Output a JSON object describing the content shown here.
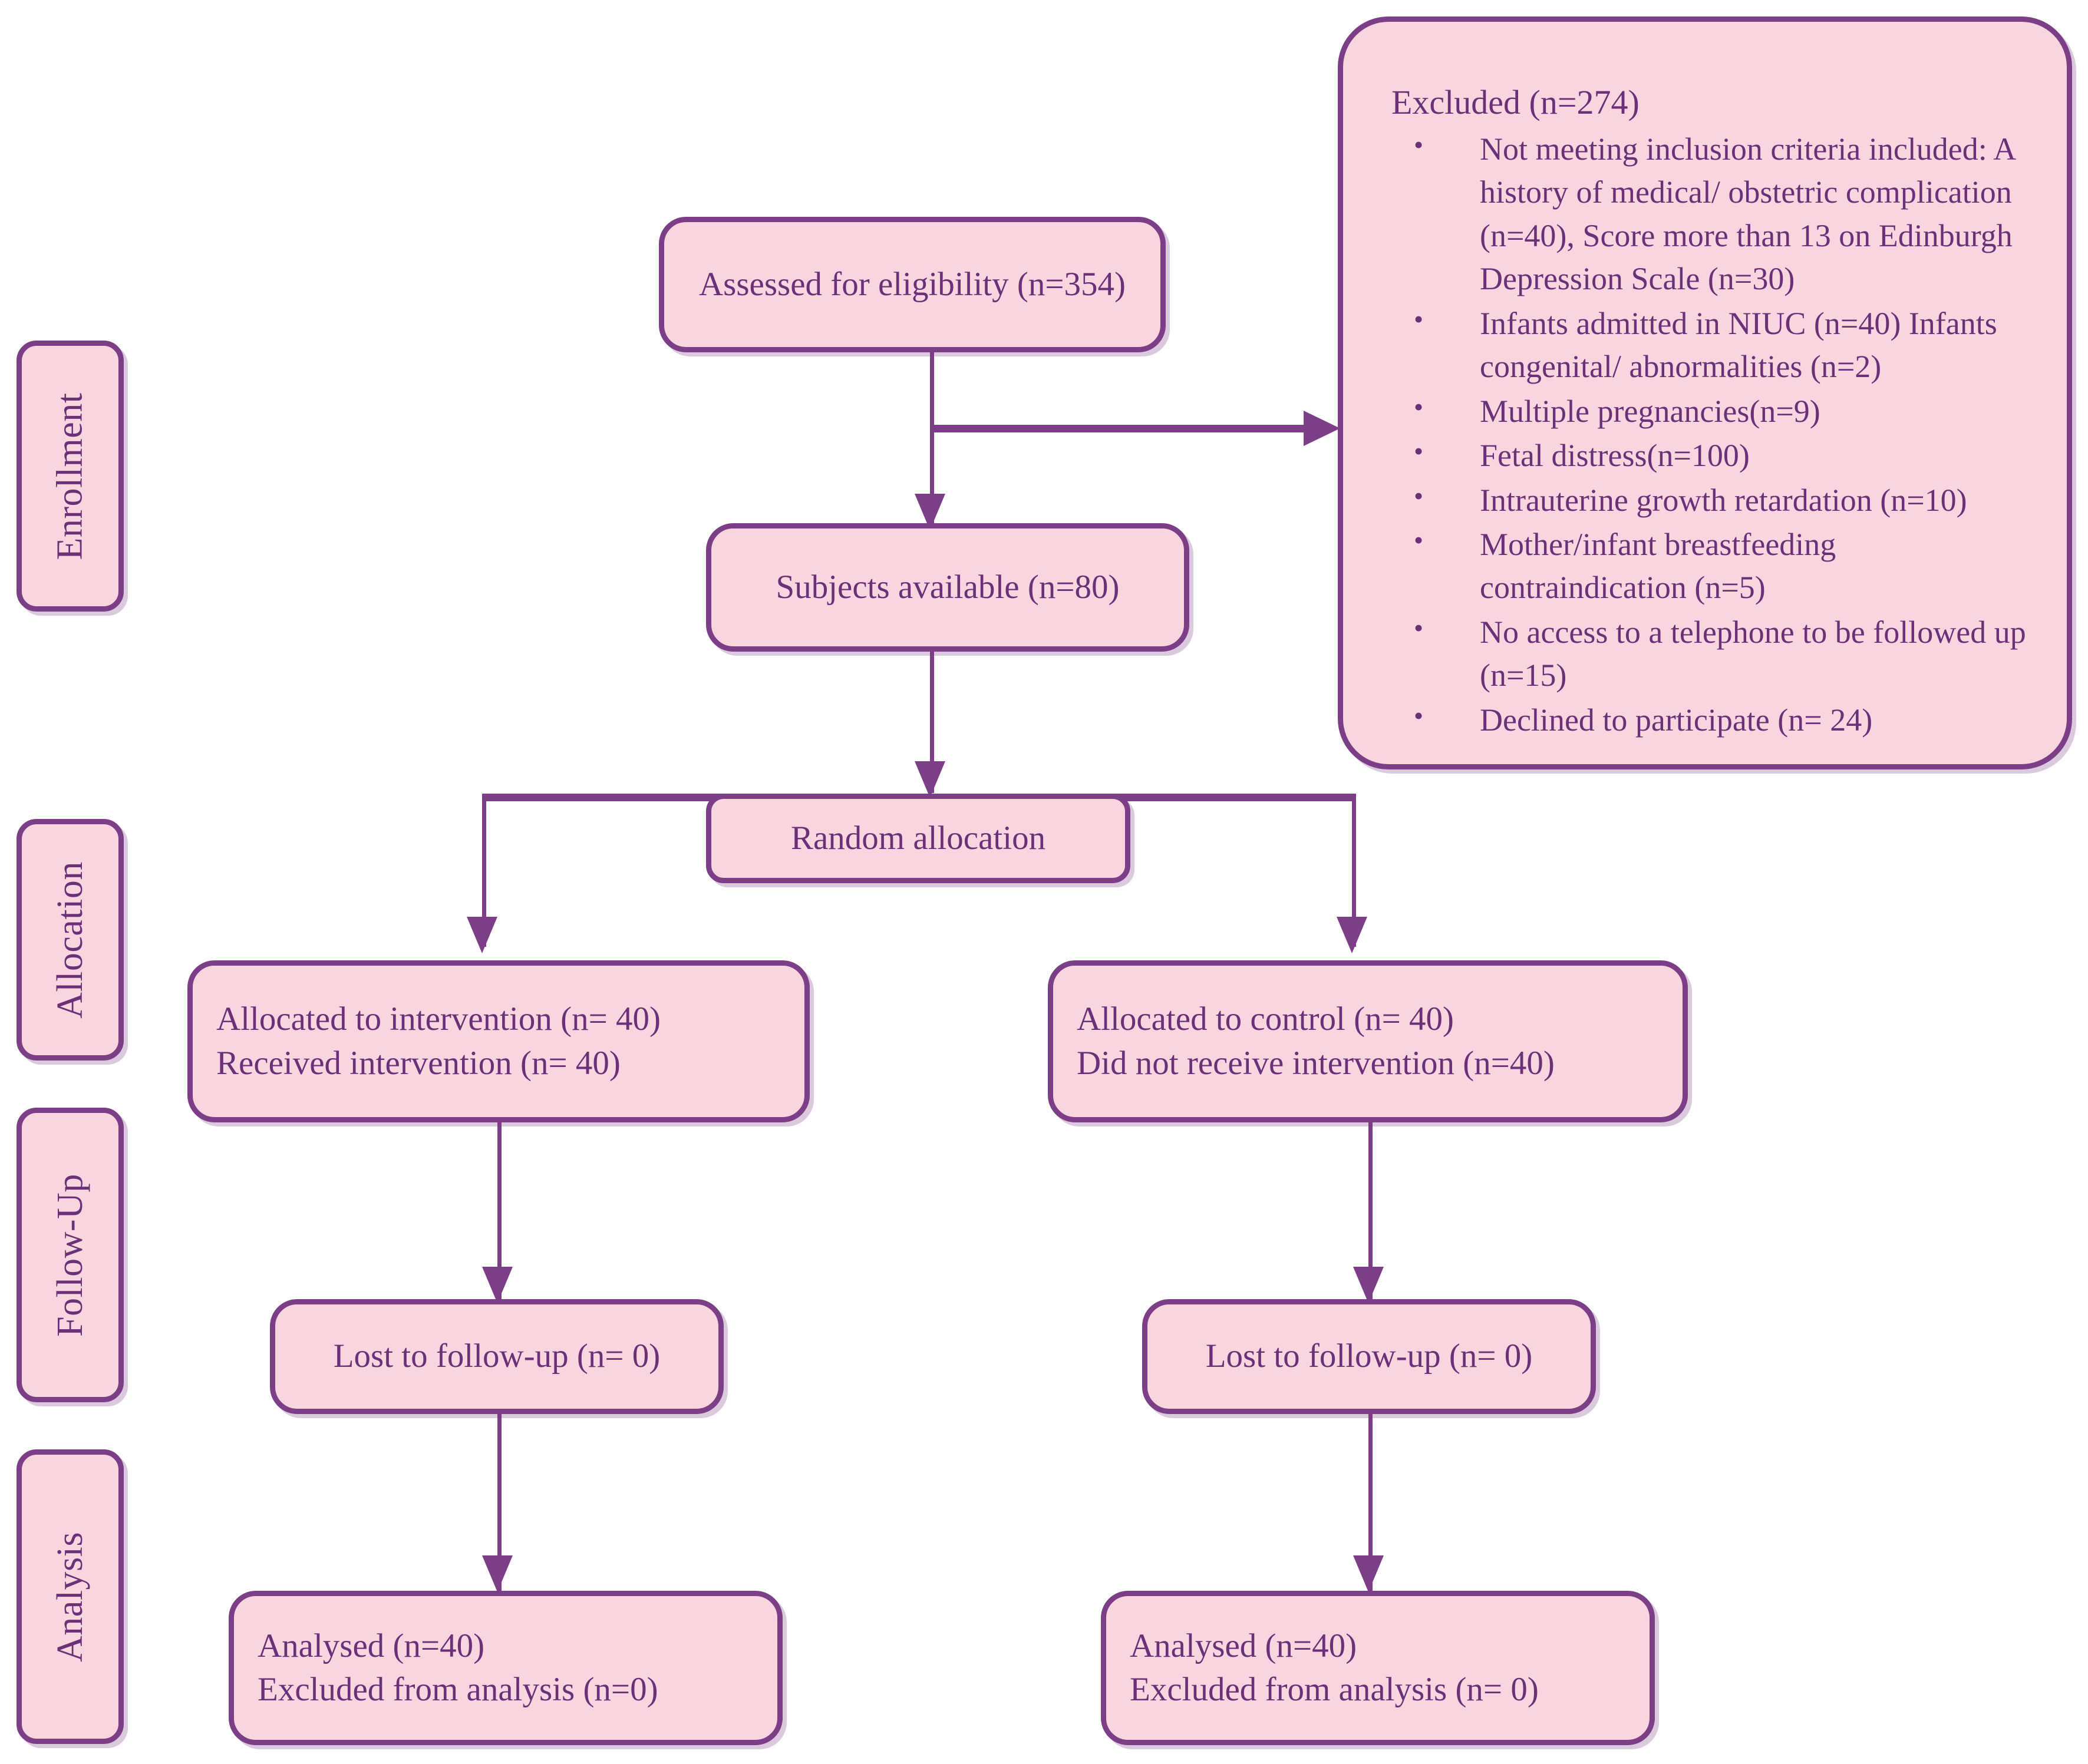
{
  "diagram": {
    "title": "CONSORT participant flow diagram",
    "colors": {
      "box_fill": "#F9D6DF",
      "box_border": "#7C3E86",
      "text": "#6A3178",
      "background": "#FFFFFF"
    }
  },
  "phases": [
    {
      "label": "Enrollment"
    },
    {
      "label": "Allocation"
    },
    {
      "label": "Follow-Up"
    },
    {
      "label": "Analysis"
    }
  ],
  "nodes": {
    "assessed": {
      "lines": [
        "Assessed for eligibility (n=354)"
      ]
    },
    "subjects": {
      "lines": [
        "Subjects available (n=80)"
      ]
    },
    "random": {
      "lines": [
        "Random allocation"
      ]
    },
    "alloc_intervention": {
      "lines": [
        "Allocated to intervention (n= 40)",
        "Received intervention (n= 40)"
      ]
    },
    "alloc_control": {
      "lines": [
        "Allocated to control (n= 40)",
        " Did not receive intervention (n=40)"
      ]
    },
    "lost_left": {
      "lines": [
        "Lost to follow-up (n= 0)"
      ]
    },
    "lost_right": {
      "lines": [
        "Lost to follow-up (n= 0)"
      ]
    },
    "analysis_left": {
      "lines": [
        "Analysed (n=40)",
        " Excluded from analysis (n=0)"
      ]
    },
    "analysis_right": {
      "lines": [
        "Analysed (n=40)",
        " Excluded from analysis (n= 0)"
      ]
    }
  },
  "excluded": {
    "title": "Excluded (n=274)",
    "items": [
      "Not meeting inclusion criteria included: A history of medical/ obstetric complication (n=40), Score more than 13 on Edinburgh Depression Scale (n=30)",
      "Infants admitted in NIUC (n=40) Infants congenital/ abnormalities (n=2)",
      "Multiple pregnancies(n=9)",
      " Fetal distress(n=100)",
      " Intrauterine growth retardation (n=10)",
      " Mother/infant breastfeeding contraindication (n=5)",
      " No access to a telephone to be followed up (n=15)",
      "Declined to participate (n= 24)"
    ]
  }
}
